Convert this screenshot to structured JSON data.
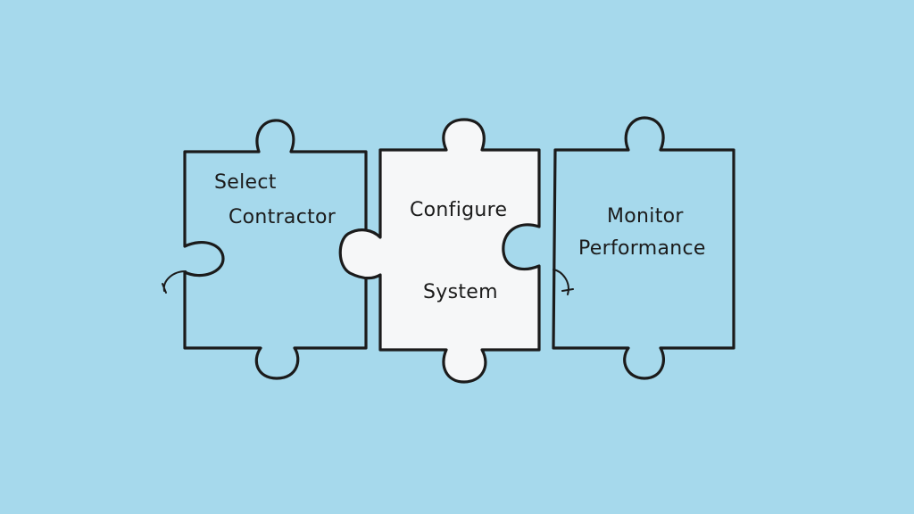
{
  "colors": {
    "background": "#a6d9ec",
    "piece_blue": "#a6d9ec",
    "piece_white": "#f6f7f8",
    "outline": "#1b1b1b"
  },
  "pieces": [
    {
      "lines": [
        "Select",
        "Contractor"
      ]
    },
    {
      "lines": [
        "Configure",
        "System"
      ]
    },
    {
      "lines": [
        "Monitor",
        "Performance"
      ]
    }
  ]
}
